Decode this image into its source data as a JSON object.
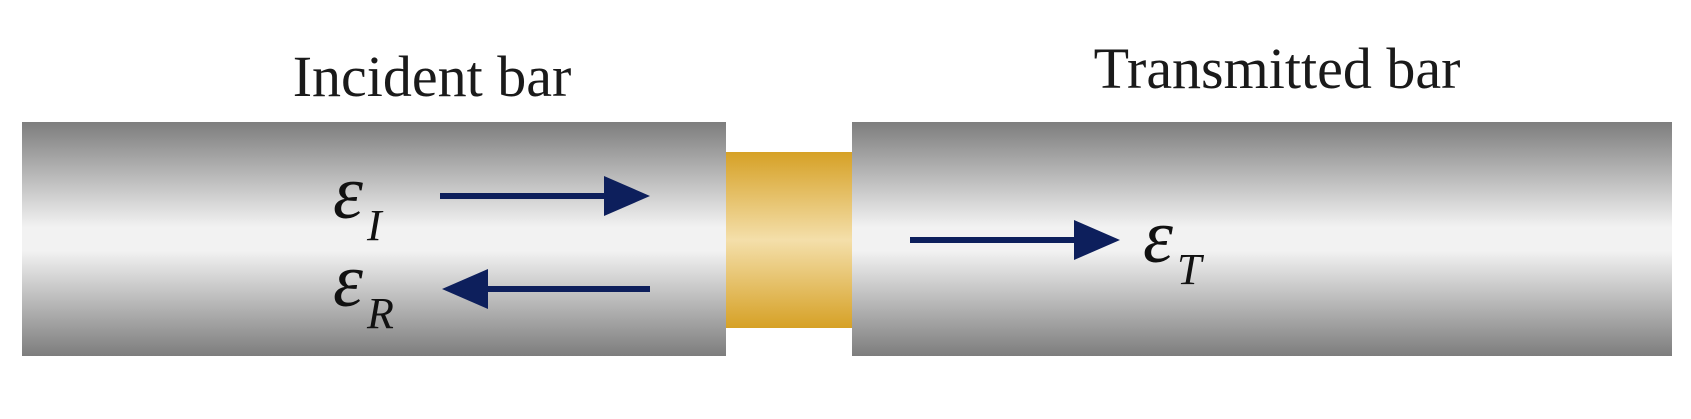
{
  "labels": {
    "incident_bar": "Incident bar",
    "transmitted_bar": "Transmitted bar"
  },
  "strains": {
    "incident": {
      "symbol": "ε",
      "subscript": "I"
    },
    "reflected": {
      "symbol": "ε",
      "subscript": "R"
    },
    "transmitted": {
      "symbol": "ε",
      "subscript": "T"
    }
  },
  "colors": {
    "bar_edge": "#7d7d7d",
    "bar_center": "#f2f2f2",
    "specimen_edge": "#d6a126",
    "specimen_center": "#f4dfaa",
    "arrow": "#0d1f5c",
    "text": "#1a1a1a"
  }
}
